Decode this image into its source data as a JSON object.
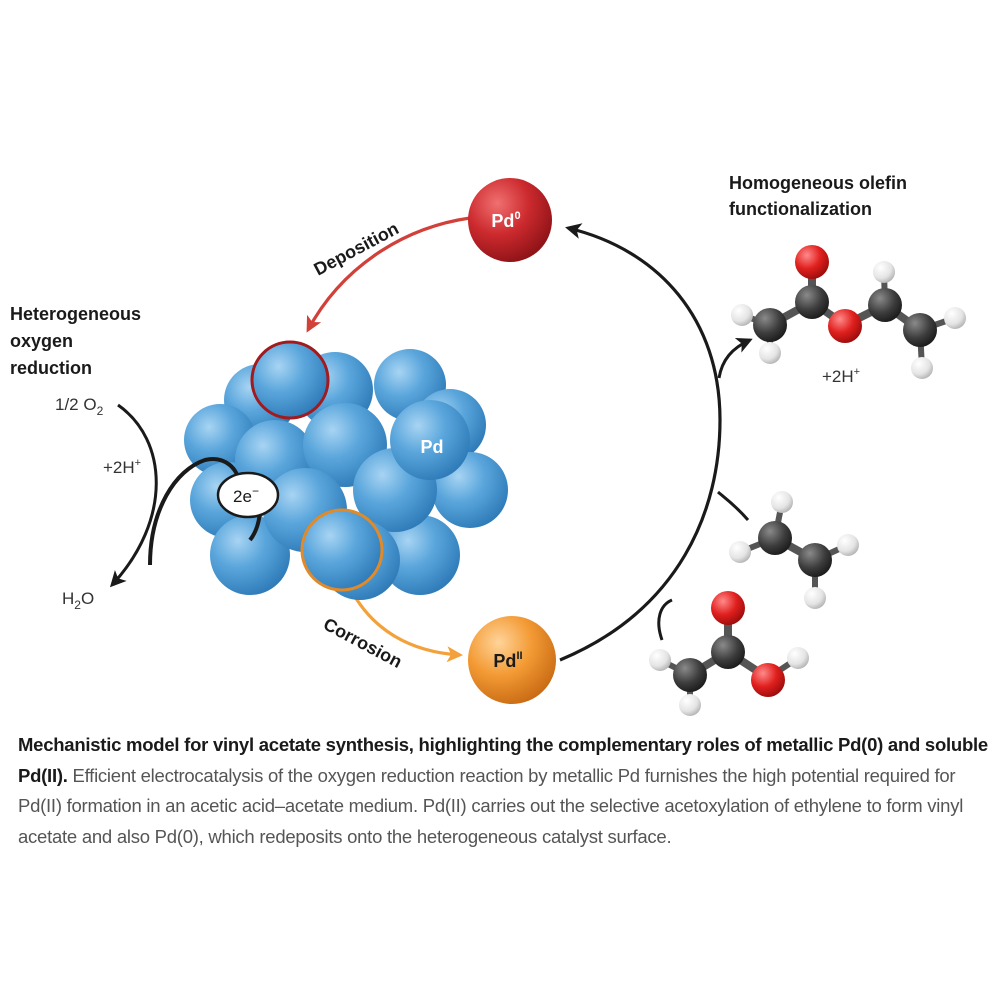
{
  "labels": {
    "homogeneous_line1": "Homogeneous olefin",
    "homogeneous_line2": "functionalization",
    "heterogeneous_line1": "Heterogeneous",
    "heterogeneous_line2": "oxygen",
    "heterogeneous_line3": "reduction",
    "deposition": "Deposition",
    "corrosion": "Corrosion",
    "pd0_main": "Pd",
    "pd0_sup": "0",
    "pdii_main": "Pd",
    "pdii_sup": "II",
    "pd_cluster": "Pd",
    "electrons": "2e",
    "electrons_sup": "−",
    "o2_main": "1/2 O",
    "o2_sub": "2",
    "proton_left_main": "+2H",
    "proton_left_sup": "+",
    "water_main": "H",
    "water_sub": "2",
    "water_end": "O",
    "proton_right_main": "+2H",
    "proton_right_sup": "+"
  },
  "caption": {
    "bold": "Mechanistic model for vinyl acetate synthesis, highlighting the complementary roles of metallic Pd(0) and soluble Pd(II).",
    "body": " Efficient electrocatalysis of the oxygen reduction reaction by metallic Pd furnishes the high potential required for Pd(II) formation in an acetic acid–acetate medium. Pd(II) carries out the selective acetoxylation of ethylene to form vinyl acetate and also Pd(0), which redeposits onto the heterogeneous catalyst surface."
  },
  "colors": {
    "pd0": "#c0262c",
    "pdii": "#f0922e",
    "pd_sphere": "#4a9bd6",
    "deposition_arrow": "#d2403a",
    "corrosion_arrow": "#f3a13b",
    "carbon": "#3a3a3a",
    "oxygen": "#e02020",
    "hydrogen": "#e6e6e6"
  }
}
